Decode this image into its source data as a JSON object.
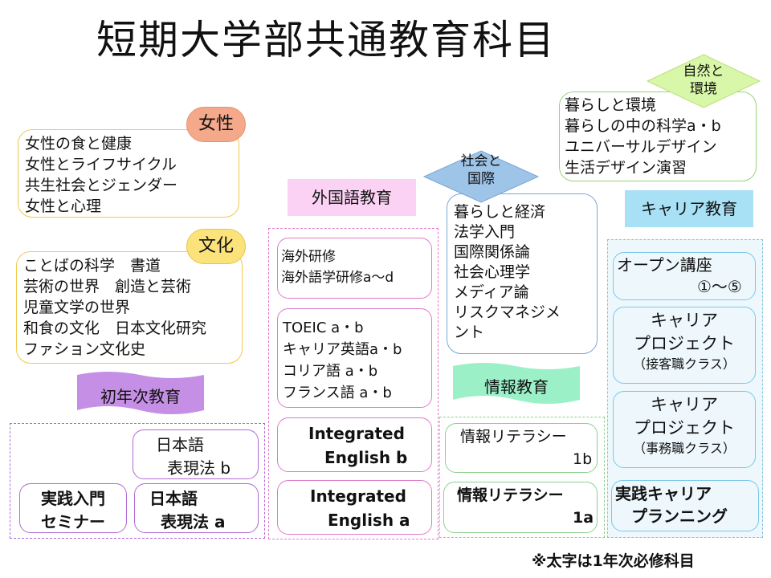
{
  "title": "短期大学部共通教育科目",
  "women": {
    "tag": "女性",
    "items": [
      "女性の食と健康",
      "女性とライフサイクル",
      "共生社会とジェンダー",
      "女性と心理"
    ]
  },
  "culture": {
    "tag": "文化",
    "items": [
      "ことばの科学　書道",
      "芸術の世界　創造と芸術",
      "児童文学の世界",
      "和食の文化　日本文化研究",
      "ファション文化史"
    ]
  },
  "first_year": {
    "banner": "初年次教育",
    "jp_b_line1": "日本語",
    "jp_b_line2": "表現法 b",
    "seminar_line1": "実践入門",
    "seminar_line2": "セミナー",
    "jp_a_line1": "日本語",
    "jp_a_line2": "表現法 a"
  },
  "foreign": {
    "banner": "外国語教育",
    "overseas": [
      "海外研修",
      "海外語学研修a～d"
    ],
    "langs": [
      "TOEIC a・b",
      "キャリア英語a・b",
      "コリア語 a・b",
      "フランス語 a・b"
    ],
    "ie_b_line1": "Integrated",
    "ie_b_line2": "English b",
    "ie_a_line1": "Integrated",
    "ie_a_line2": "English a"
  },
  "society": {
    "tag_line1": "社会と",
    "tag_line2": "国際",
    "items": [
      "暮らしと経済",
      "法学入門",
      "国際関係論",
      "社会心理学",
      "メディア論",
      "リスクマネジメ",
      "ント"
    ]
  },
  "info": {
    "banner": "情報教育",
    "b_line1": "情報リテラシー",
    "b_line2": "1b",
    "a_line1": "情報リテラシー",
    "a_line2": "1a"
  },
  "nature": {
    "tag_line1": "自然と",
    "tag_line2": "環境",
    "items": [
      "暮らしと環境",
      "暮らしの中の科学a・b",
      "ユニバーサルデザイン",
      "生活デザイン演習"
    ]
  },
  "career": {
    "banner": "キャリア教育",
    "open_line1": "オープン講座",
    "open_line2": "①～⑤",
    "proj1_line1": "キャリア",
    "proj1_line2": "プロジェクト",
    "proj1_line3": "（接客職クラス）",
    "proj2_line1": "キャリア",
    "proj2_line2": "プロジェクト",
    "proj2_line3": "（事務職クラス）",
    "plan_line1": "実践キャリア",
    "plan_line2": "プランニング"
  },
  "footnote": "※太字は1年次必修科目",
  "colors": {
    "women_tag": "#f4a98a",
    "culture_tag": "#fbe27a",
    "gold_border": "#f2c94c",
    "first_year_banner": "#c58fe6",
    "purple": "#b06ad6",
    "foreign_banner": "#fcd2f4",
    "magenta": "#e07ac8",
    "society_tag": "#9ec4e8",
    "society_border": "#7aa6d8",
    "info_banner": "#9cf0c8",
    "green": "#8ed08e",
    "nature_tag": "#d8f7a8",
    "nature_border": "#9ad07a",
    "career_banner": "#a8e0f5",
    "career_border": "#7ac8e8",
    "career_bg": "#eef8fc"
  }
}
